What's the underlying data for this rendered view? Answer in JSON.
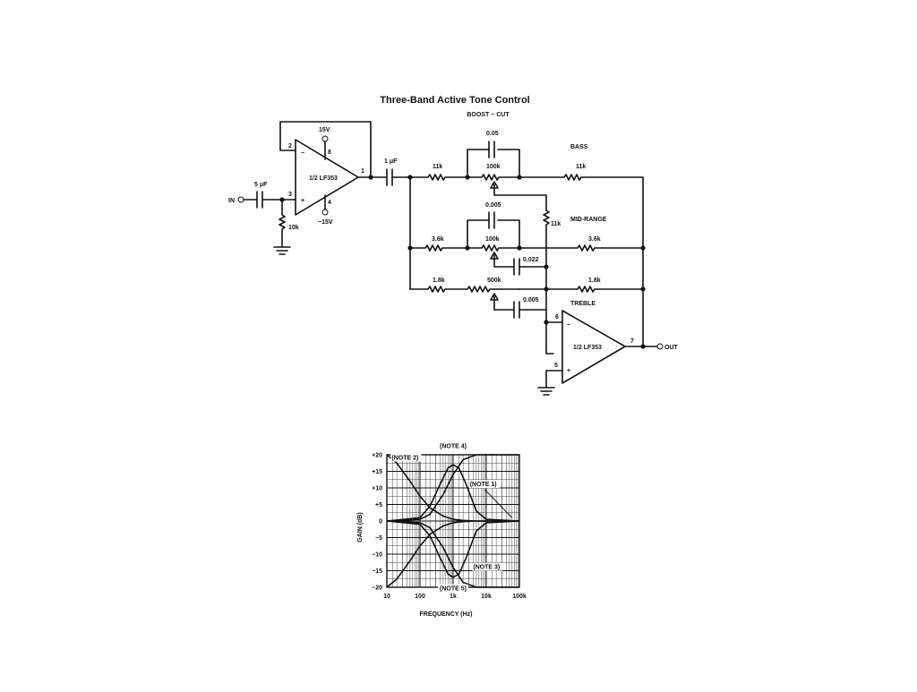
{
  "title": "Three-Band Active Tone Control",
  "subtitle": "BOOST ~ CUT",
  "labels": {
    "in": "IN",
    "out": "OUT",
    "v_pos": "15V",
    "v_neg": "−15V",
    "opamp1": "1/2 LF353",
    "opamp2": "1/2 LF353",
    "pin1": "1",
    "pin2": "2",
    "pin3": "3",
    "pin4": "4",
    "pin8": "8",
    "pin5": "5",
    "pin6": "6",
    "pin7": "7",
    "cap_in": "5 μF",
    "cap_out1": "1 μF",
    "r_bias": "10k",
    "bass_cap": "0.05",
    "bass_r1": "11k",
    "bass_pot": "100k",
    "bass_r2": "11k",
    "bass_label": "BASS",
    "r_mid_link": "11k",
    "mid_cap": "0.005",
    "mid_r1": "3.6k",
    "mid_pot": "100k",
    "mid_r2": "3.6k",
    "mid_label": "MID-RANGE",
    "mid_cap2": "0.022",
    "treble_r1": "1.8k",
    "treble_pot": "500k",
    "treble_r2": "1.8k",
    "treble_cap": "0.005",
    "treble_label": "TREBLE",
    "minus": "−",
    "plus": "+"
  },
  "chart_data": {
    "type": "line",
    "xlabel": "FREQUENCY (Hz)",
    "ylabel": "GAIN (dB)",
    "xscale": "log",
    "xlim": [
      10,
      100000
    ],
    "ylim": [
      -20,
      20
    ],
    "xticks": [
      {
        "v": 10,
        "t": "10"
      },
      {
        "v": 100,
        "t": "100"
      },
      {
        "v": 1000,
        "t": "1k"
      },
      {
        "v": 10000,
        "t": "10k"
      },
      {
        "v": 100000,
        "t": "100k"
      }
    ],
    "yticks": [
      {
        "v": 20,
        "t": "+20"
      },
      {
        "v": 15,
        "t": "+15"
      },
      {
        "v": 10,
        "t": "+10"
      },
      {
        "v": 5,
        "t": "+5"
      },
      {
        "v": 0,
        "t": "0"
      },
      {
        "v": -5,
        "t": "−5"
      },
      {
        "v": -10,
        "t": "−10"
      },
      {
        "v": -15,
        "t": "−15"
      },
      {
        "v": -20,
        "t": "−20"
      }
    ],
    "series": [
      {
        "x": [
          10,
          20,
          50,
          100,
          200,
          500,
          1000,
          2000,
          5000,
          10000,
          100000
        ],
        "y": [
          20,
          17.5,
          12,
          7.5,
          4,
          1.5,
          0.5,
          0.2,
          0,
          0,
          0
        ]
      },
      {
        "x": [
          10,
          20,
          50,
          100,
          200,
          500,
          1000,
          2000,
          5000,
          10000,
          100000
        ],
        "y": [
          -20,
          -17.5,
          -12,
          -7.5,
          -4,
          -1.5,
          -0.5,
          -0.2,
          0,
          0,
          0
        ]
      },
      {
        "x": [
          10,
          100,
          200,
          500,
          1000,
          2000,
          5000,
          10000,
          20000,
          50000,
          100000
        ],
        "y": [
          0,
          0.5,
          2,
          8,
          14,
          18.5,
          20,
          20,
          20,
          20,
          20
        ]
      },
      {
        "x": [
          10,
          100,
          200,
          500,
          1000,
          2000,
          5000,
          10000,
          20000,
          50000,
          100000
        ],
        "y": [
          0,
          -0.5,
          -2,
          -8,
          -14,
          -18.5,
          -20,
          -20,
          -20,
          -20,
          -20
        ]
      },
      {
        "x": [
          10,
          100,
          200,
          400,
          700,
          1000,
          1500,
          2500,
          5000,
          10000,
          100000
        ],
        "y": [
          0,
          1,
          4.5,
          11,
          16,
          17,
          16,
          11,
          3,
          0.5,
          0
        ]
      },
      {
        "x": [
          10,
          100,
          200,
          400,
          700,
          1000,
          1500,
          2500,
          5000,
          10000,
          100000
        ],
        "y": [
          0,
          -1,
          -4.5,
          -11,
          -16,
          -17,
          -16,
          -11,
          -3,
          -0.5,
          0
        ]
      }
    ],
    "annotations": [
      {
        "text": "(NOTE 2)"
      },
      {
        "text": "(NOTE 4)"
      },
      {
        "text": "(NOTE 1)"
      },
      {
        "text": "(NOTE 3)"
      },
      {
        "text": "(NOTE 5)"
      }
    ]
  }
}
